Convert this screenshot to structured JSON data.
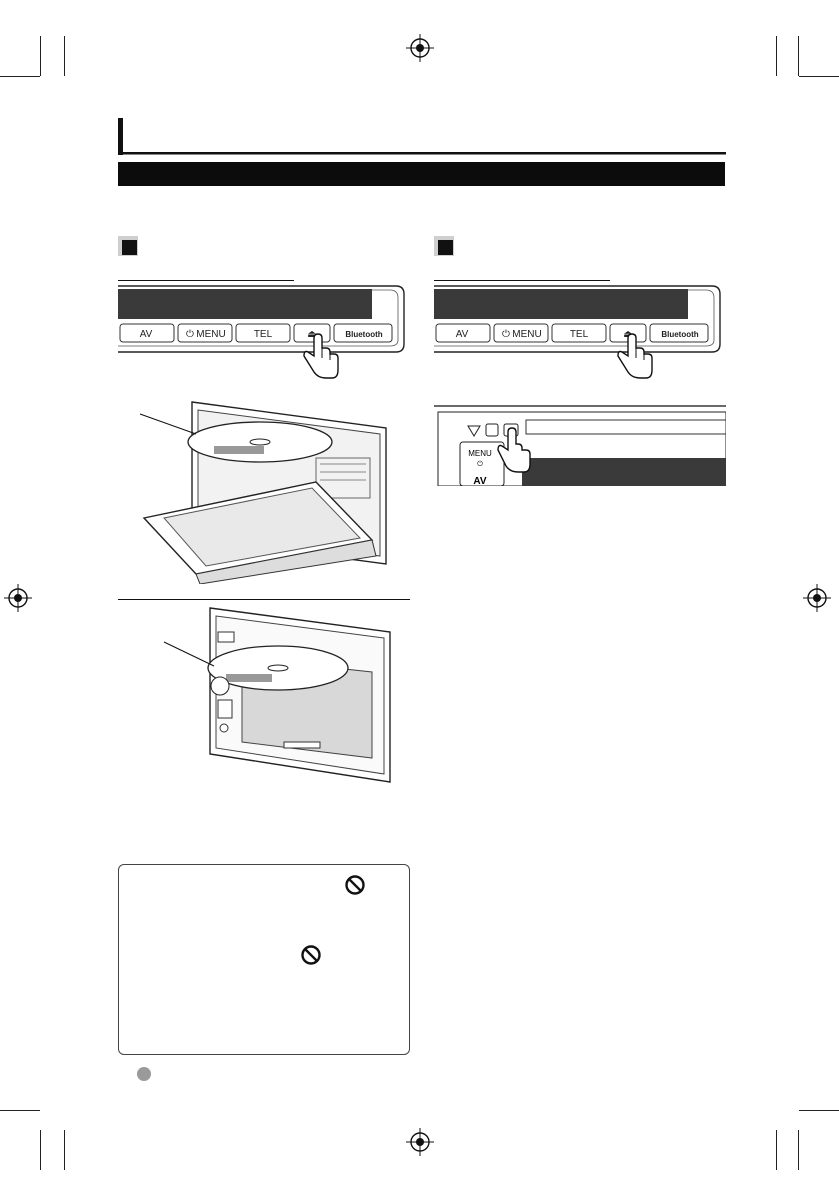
{
  "front_panel": {
    "buttons": [
      "AV",
      "MENU",
      "TEL",
      "Bluetooth"
    ],
    "eject_symbol": "⏏",
    "power_symbol": "⏻"
  },
  "side_panel": {
    "menu_label": "MENU",
    "av_label": "AV",
    "power_symbol": "⏻",
    "eject_symbol": "⏏"
  },
  "icons": {
    "registration_mark": "registration-mark-icon",
    "hand_press": "hand-pointer-icon",
    "prohibit": "prohibited-icon",
    "bullet": "gray-bullet-icon"
  },
  "colors": {
    "band": "#0c0c0c",
    "display": "#3a3a3a",
    "bullet": "#9a9a9a"
  }
}
